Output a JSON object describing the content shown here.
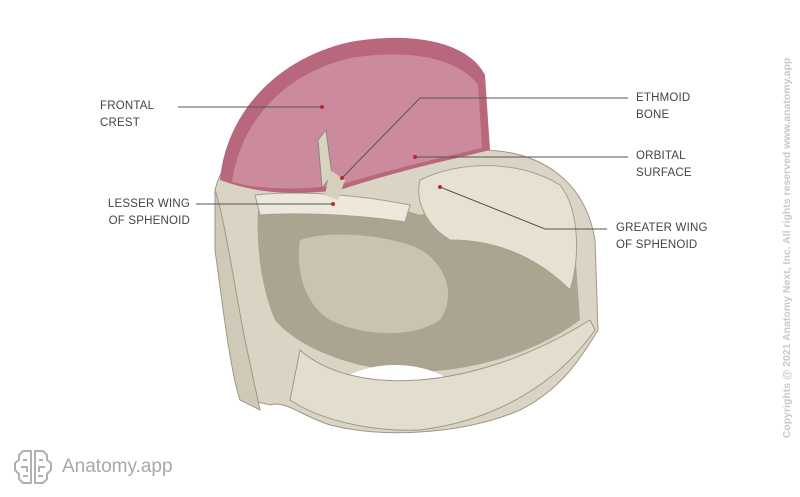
{
  "labels": {
    "frontal_crest": [
      "FRONTAL",
      "CREST"
    ],
    "ethmoid_bone": [
      "ETHMOID",
      "BONE"
    ],
    "orbital_surface": [
      "ORBITAL",
      "SURFACE"
    ],
    "lesser_wing": [
      "LESSER WING",
      "OF SPHENOID"
    ],
    "greater_wing": [
      "GREATER WING",
      "OF SPHENOID"
    ]
  },
  "copyright": "Copyrights @ 2021 Anatomy Next, Inc. All rights reserved www.anatomy.app",
  "logo": {
    "text": "Anatomy.app",
    "icon": "brain-icon"
  },
  "colors": {
    "bone": "#d8d3c3",
    "frontal": "#c98a98",
    "marker": "#d0202a",
    "line": "#555555"
  }
}
